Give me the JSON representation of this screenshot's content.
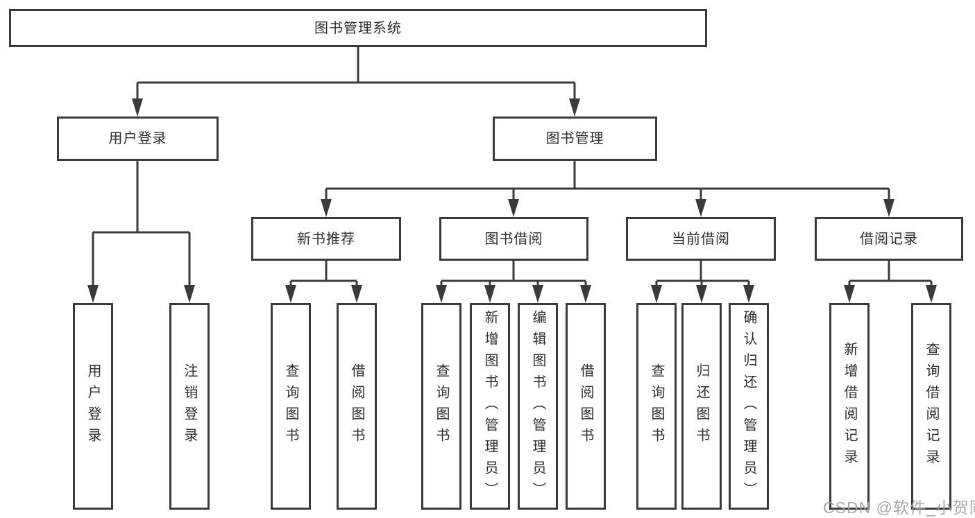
{
  "diagram": {
    "title": "图书管理系统",
    "root": {
      "label": "图书管理系统"
    },
    "level2": [
      {
        "label": "用户登录"
      },
      {
        "label": "图书管理"
      }
    ],
    "level3": [
      {
        "label": "新书推荐"
      },
      {
        "label": "图书借阅"
      },
      {
        "label": "当前借阅"
      },
      {
        "label": "借阅记录"
      }
    ],
    "leaves": {
      "user_login": [
        {
          "label": "用户登录"
        },
        {
          "label": "注销登录"
        }
      ],
      "new_book_recommendation": [
        {
          "label": "查询图书"
        },
        {
          "label": "借阅图书"
        }
      ],
      "book_borrowing": [
        {
          "label": "查询图书"
        },
        {
          "label": "新增图书（管理员）"
        },
        {
          "label": "编辑图书（管理员）"
        },
        {
          "label": "借阅图书"
        }
      ],
      "current_borrowing": [
        {
          "label": "查询图书"
        },
        {
          "label": "归还图书"
        },
        {
          "label": "确认归还（管理员）"
        }
      ],
      "borrowing_records": [
        {
          "label": "新增借阅记录"
        },
        {
          "label": "查询借阅记录"
        }
      ]
    }
  },
  "colors": {
    "line": "#3a3a3a",
    "text": "#2d2d2d",
    "background": "#ffffff",
    "watermark": "#9e9e9e"
  },
  "watermark": {
    "text": "CSDN @软件_小贺同学"
  }
}
